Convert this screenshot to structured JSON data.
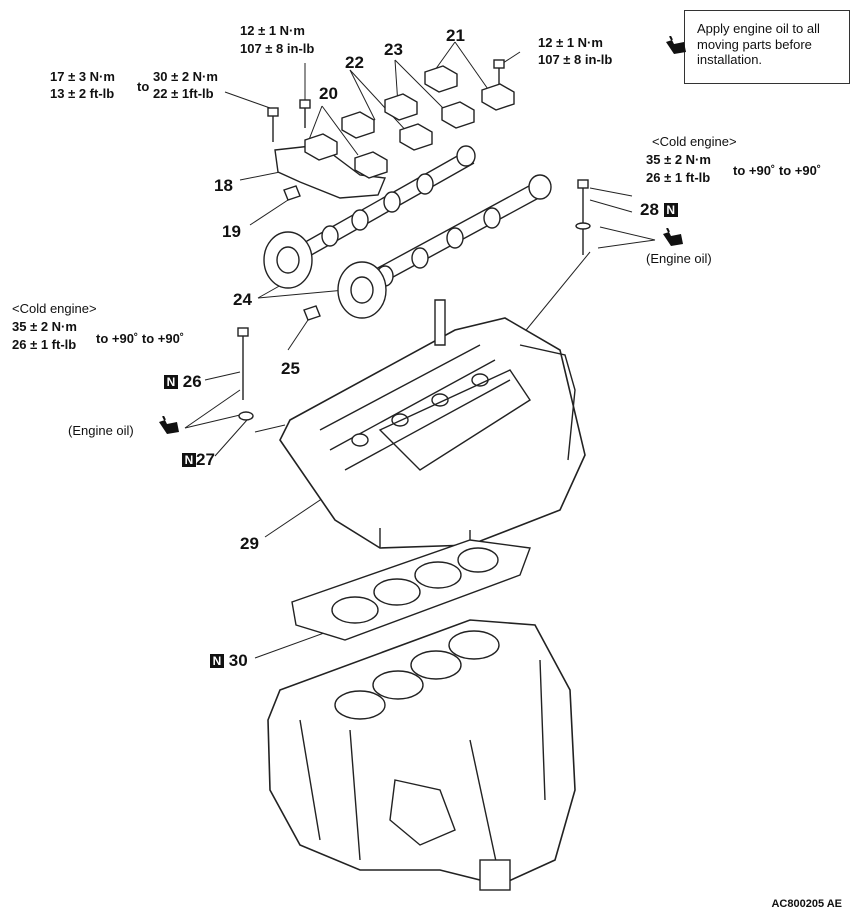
{
  "note": {
    "text_line1": "Apply engine oil to all",
    "text_line2": "moving parts before",
    "text_line3": "installation."
  },
  "torques": {
    "t21": {
      "nm": "12 ± 1 N·m",
      "inlb": "107 ± 8 in-lb"
    },
    "t20": {
      "nm": "12 ± 1 N·m",
      "inlb": "107 ± 8 in-lb"
    },
    "t18a": {
      "nm": "17 ± 3 N·m",
      "ftlb": "13 ± 2 ft-lb"
    },
    "to_word": "to",
    "t18b": {
      "nm": "30 ± 2 N·m",
      "ftlb": "22 ± 1ft-lb"
    },
    "cold_right": {
      "head": "<Cold engine>",
      "nm": "35 ± 2 N·m",
      "ftlb": "26 ± 1 ft-lb",
      "angle": "to +90˚ to +90˚"
    },
    "cold_left": {
      "head": "<Cold engine>",
      "nm": "35 ± 2 N·m",
      "ftlb": "26 ± 1 ft-lb",
      "angle": "to +90˚ to +90˚"
    }
  },
  "engine_oil": "(Engine oil)",
  "n_mark": "N",
  "parts": [
    "18",
    "19",
    "20",
    "21",
    "22",
    "23",
    "24",
    "25",
    "26",
    "27",
    "28",
    "29",
    "30"
  ],
  "figure_ref": "AC800205 AE"
}
